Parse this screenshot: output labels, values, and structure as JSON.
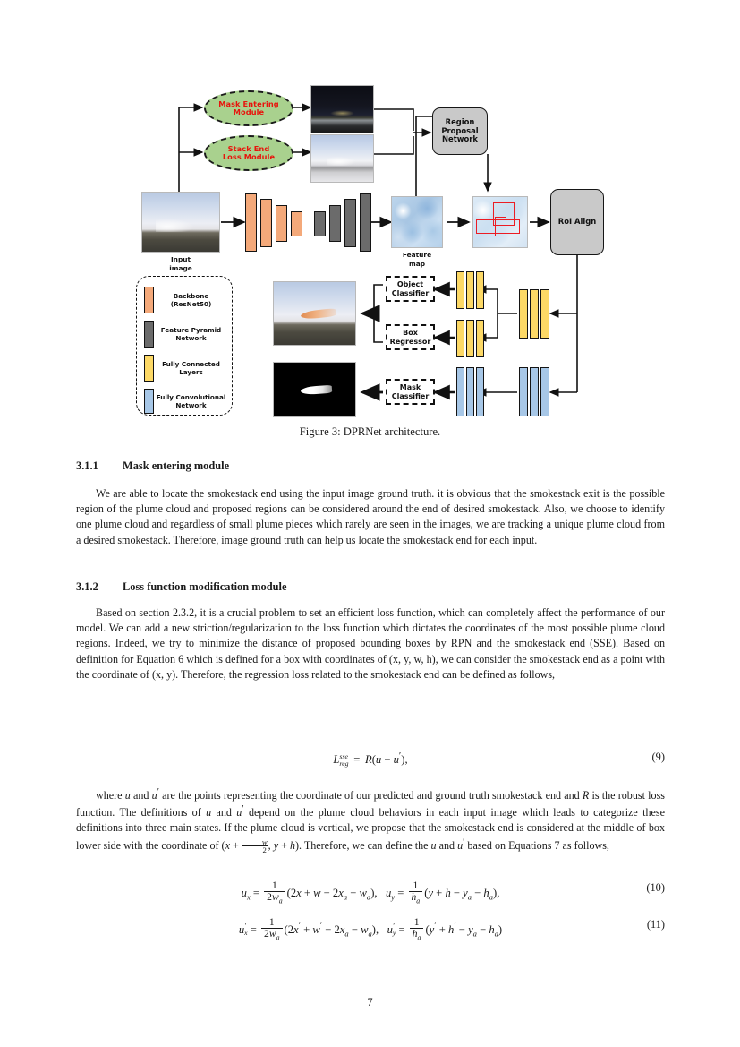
{
  "figure": {
    "modules": [
      {
        "id": "mask-entering-module",
        "line1": "Mask Entering",
        "line2": "Module"
      },
      {
        "id": "stack-end-loss-module",
        "line1": "Stack End",
        "line2": "Loss Module"
      }
    ],
    "boxes": {
      "rpn_line1": "Region",
      "rpn_line2": "Proposal",
      "rpn_line3": "Network",
      "roi_align": "RoI Align"
    },
    "heads": [
      {
        "id": "object-classifier",
        "line1": "Object",
        "line2": "Classifier"
      },
      {
        "id": "box-regressor",
        "line1": "Box",
        "line2": "Regressor"
      },
      {
        "id": "mask-classifier",
        "line1": "Mask",
        "line2": "Classifier"
      }
    ],
    "labels": {
      "input_line1": "Input",
      "input_line2": "image",
      "feature_line1": "Feature",
      "feature_line2": "map"
    },
    "legend": [
      {
        "id": "legend-backbone",
        "line1": "Backbone",
        "line2": "(ResNet50)",
        "color": "#f4a97a"
      },
      {
        "id": "legend-fpn",
        "line1": "Feature Pyramid",
        "line2": "Network",
        "color": "#6b6b6b"
      },
      {
        "id": "legend-fc",
        "line1": "Fully Connected",
        "line2": "Layers",
        "color": "#fdd966"
      },
      {
        "id": "legend-fcn",
        "line1": "Fully Convolutional",
        "line2": "Network",
        "color": "#a7c7e7"
      }
    ],
    "caption": "Figure 3: DPRNet architecture."
  },
  "sections": [
    {
      "id": "mask-entering-module",
      "number": "3.1.1",
      "title": "Mask entering module",
      "body": "We are able to locate the smokestack end using the input image ground truth. it is obvious that the smokestack exit is the possible region of the plume cloud and proposed regions can be considered around the end of desired smokestack. Also, we choose to identify one plume cloud and regardless of small plume pieces which rarely are seen in the images, we are tracking a unique plume cloud from a desired smokestack. Therefore, image ground truth can help us locate the smokestack end for each input."
    },
    {
      "id": "loss-function-modification-module",
      "number": "3.1.2",
      "title": "Loss function modification module",
      "body": "Based on section 2.3.2, it is a crucial problem to set an efficient loss function, which can completely affect the performance of our model. We can add a new striction/regularization to the loss function which dictates the coordinates of the most possible plume cloud regions. Indeed, we try to minimize the distance of proposed bounding boxes by RPN and the smokestack end (SSE). Based on definition for Equation 6 which is defined for a box with coordinates of (x, y, w, h), we can consider the smokestack end as a point with the coordinate of (x, y). Therefore, the regression loss related to the smokestack end can be defined as follows,"
    }
  ],
  "paragraph_after_eq9": "where u and u′ are the points representing the coordinate of our predicted and ground truth smokestack end and R is the robust loss function. The definitions of u and u′ depend on the plume cloud behaviors in each input image which leads to categorize these definitions into three main states. If the plume cloud is vertical, we propose that the smokestack end is considered at the middle of box lower side with the coordinate of (x + w/2, y + h). Therefore, we can define the u and u′ based on Equations 7 as follows,",
  "equations": [
    {
      "id": "eq-9",
      "number": "(9)",
      "latex": "L_{reg}^{sse} = R(u - u'),"
    },
    {
      "id": "eq-10",
      "number": "(10)",
      "latex": "u_x = \\frac{1}{2w_a}(2x + w - 2x_a - w_a), \\quad u_y = \\frac{1}{h_a}(y + h - y_a - h_a),"
    },
    {
      "id": "eq-11",
      "number": "(11)",
      "latex": "u'_x = \\frac{1}{2w_a}(2x' + w' - 2x_a - w_a), \\quad u'_y = \\frac{1}{h_a}(y' + h' - y_a - h_a)"
    }
  ],
  "page_number": "7"
}
